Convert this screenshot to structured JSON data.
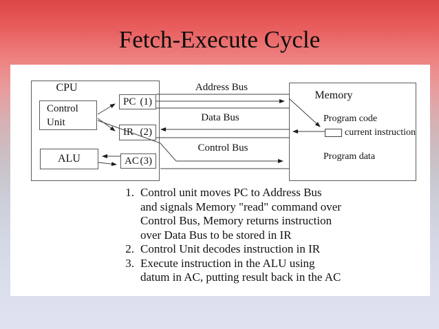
{
  "slide": {
    "title": "Fetch-Execute Cycle"
  },
  "diagram": {
    "cpu": {
      "label": "CPU",
      "control_unit": "Control\nUnit",
      "pc_name": "PC",
      "pc_num": "(1)",
      "ir_name": "IR",
      "ir_num": "(2)",
      "alu": "ALU",
      "ac_name": "AC",
      "ac_num": "(3)"
    },
    "memory": {
      "label": "Memory",
      "program_code": "Program code",
      "current_instruction": "current instruction",
      "program_data": "Program data"
    },
    "buses": {
      "address": "Address Bus",
      "data": "Data Bus",
      "control": "Control Bus"
    }
  },
  "steps": [
    {
      "num": "1.",
      "text": "Control unit moves PC to Address Bus\nand signals Memory \"read\" command over\nControl Bus, Memory returns instruction\nover Data Bus to be stored in IR"
    },
    {
      "num": "2.",
      "text": "Control Unit decodes instruction in IR"
    },
    {
      "num": "3.",
      "text": "Execute instruction in the ALU using\ndatum in AC, putting result back in the AC"
    }
  ],
  "colors": {
    "background_top": "#dc4646",
    "background_bottom": "#dfe3ef",
    "panel": "#ffffff",
    "line": "#3f3f3f"
  }
}
